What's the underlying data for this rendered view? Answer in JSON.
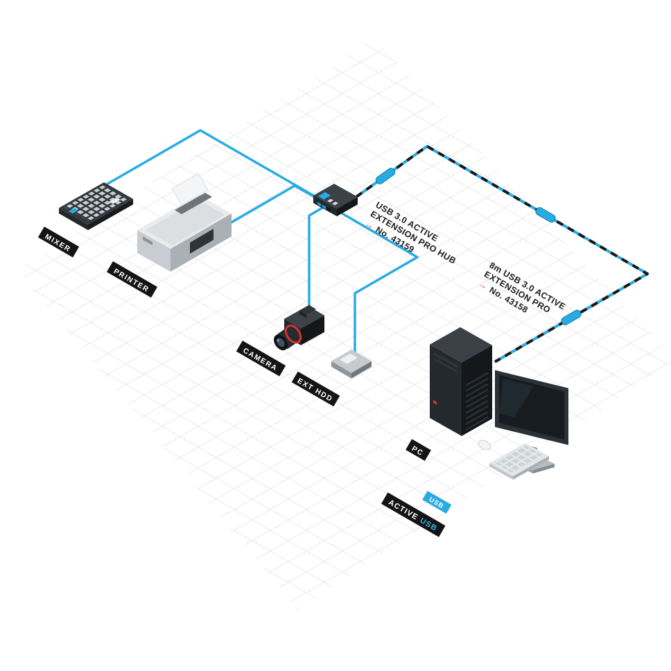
{
  "diagram": {
    "colors": {
      "accent": "#29abe2",
      "arrow_red": "#e8322e",
      "label_bg": "#141414",
      "cable_black": "#17191b",
      "grid": "#e9e9e9"
    },
    "labels": {
      "mixer": "MIXER",
      "printer": "PRINTER",
      "camera": "CAMERA",
      "ext_hdd": "EXT HDD",
      "pc": "PC"
    },
    "brand": {
      "chip": "USB",
      "name_prefix": "ACTIVE",
      "name_suffix": "USB"
    },
    "hub_label": {
      "line1": "USB 3.0 ACTIVE",
      "line2": "EXTENSION PRO HUB",
      "arrow": "→",
      "number": "No. 43159"
    },
    "cable_label": {
      "line1": "8m USB 3.0 ACTIVE",
      "line2": "EXTENSION PRO",
      "arrow": "→",
      "number": "No. 43158"
    }
  }
}
